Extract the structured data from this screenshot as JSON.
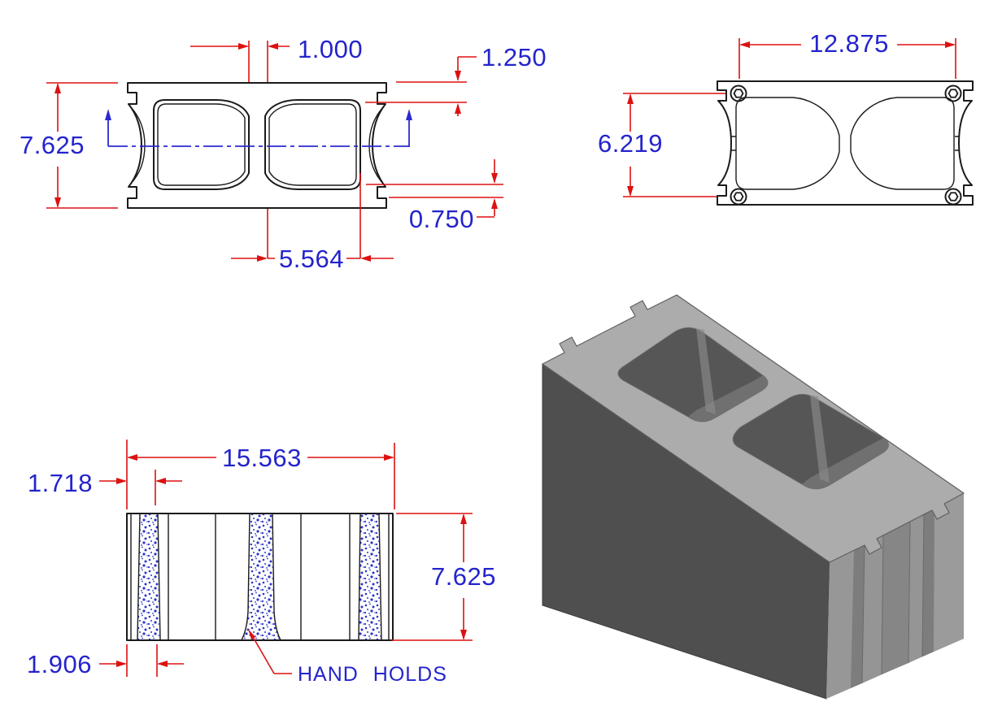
{
  "drawing": {
    "type": "engineering-drawing",
    "subject": "two-core concrete masonry unit block"
  },
  "colors": {
    "background": "#ffffff",
    "object_line": "#1a1a1a",
    "dimension_line": "#dd1111",
    "dimension_text": "#2424cc",
    "centerline": "#2a2ad0",
    "stipple": "#2a35c8",
    "iso_top_face": "#acacac",
    "iso_front_face": "#4f4f4f",
    "iso_end_face": "#8f8f8f",
    "iso_core": "#565656"
  },
  "views": {
    "plan_section": {
      "dims": {
        "overall_width": "7.625",
        "center_web": "1.000",
        "face_shell_top": "1.250",
        "face_shell_bottom": "0.750",
        "core_width": "5.564"
      }
    },
    "end_bottom": {
      "dims": {
        "core_center_spacing": "12.875",
        "inner_height": "6.219"
      }
    },
    "side_elevation": {
      "dims": {
        "overall_length": "15.563",
        "hand_hold_offset_top": "1.718",
        "overall_height": "7.625",
        "hand_hold_offset_bottom": "1.906"
      },
      "label": "HAND HOLDS"
    }
  }
}
